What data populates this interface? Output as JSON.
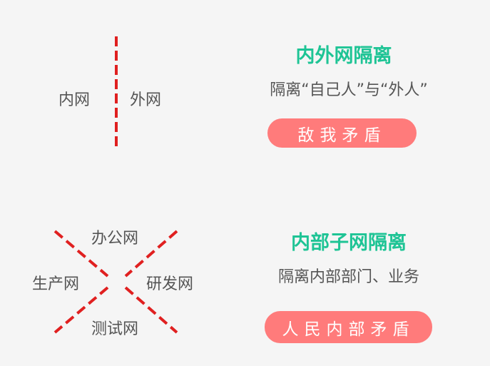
{
  "top": {
    "left_label": "内网",
    "right_label": "外网",
    "title": "内外网隔离",
    "description": "隔离“自己人”与“外人”",
    "button": "敌我矛盾"
  },
  "bottom": {
    "label_top": "办公网",
    "label_left": "生产网",
    "label_right": "研发网",
    "label_bottom": "测试网",
    "title": "内部子网隔离",
    "description": "隔离内部部门、业务",
    "button": "人民内部矛盾"
  },
  "colors": {
    "accent_green": "#1ec495",
    "divider_red": "#e02020",
    "button_red": "#ff7b7b",
    "text_gray": "#555555"
  }
}
